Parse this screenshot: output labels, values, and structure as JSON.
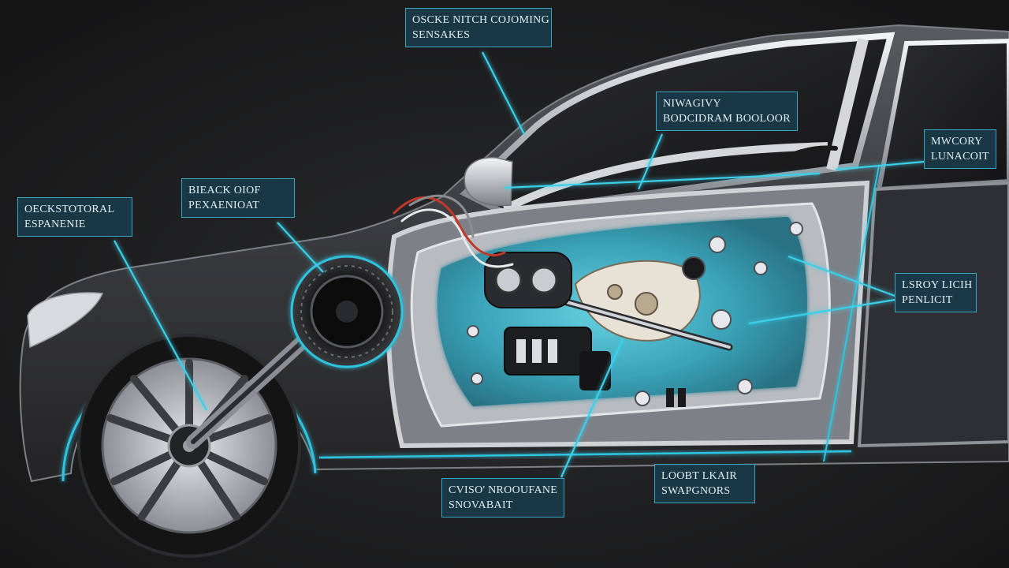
{
  "colors": {
    "background": "#1b1b1c",
    "car_body": "#3b3b3e",
    "chrome": "#c9cbcf",
    "accent_cyan": "#35c6e0",
    "callout_fill": "#1a3a4a"
  },
  "callouts": [
    {
      "id": "top-center",
      "line1": "OSCKE NITCH COJOMING",
      "line2": "SENSAKES"
    },
    {
      "id": "center-upper",
      "line1": "NIWAGIVY",
      "line2": "BODCIDRAM BOOLOOR"
    },
    {
      "id": "right-upper",
      "line1": "MWCORY",
      "line2": "LUNACOIT"
    },
    {
      "id": "left-mid",
      "line1": "BIEACK OIOF",
      "line2": "PEXAENIOAT"
    },
    {
      "id": "left-far",
      "line1": "OECKSTOTORAL",
      "line2": "ESPANENIE"
    },
    {
      "id": "right-mid",
      "line1": "LSROY LICIH",
      "line2": "PENLICIT"
    },
    {
      "id": "bottom-left",
      "line1": "CVISO' NROOUFANE",
      "line2": "SNOVABAIT"
    },
    {
      "id": "bottom-right",
      "line1": "LOOBT LKAIR",
      "line2": "SWAPGNORS"
    }
  ],
  "icons": {
    "wheel": "wheel-icon",
    "speaker": "speaker-icon",
    "door_mechanism": "window-regulator-icon"
  }
}
